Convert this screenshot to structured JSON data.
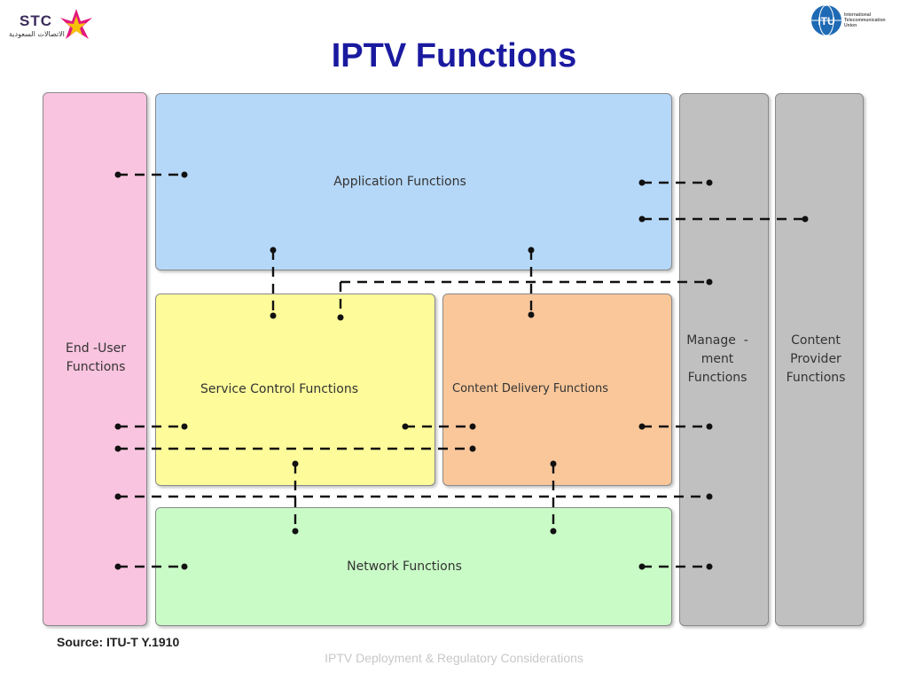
{
  "logos": {
    "stc_text": "STC",
    "stc_sub": "الاتصالات السعودية",
    "itu_text": "ITU",
    "itu_lines": [
      "International",
      "Telecommunication",
      "Union"
    ]
  },
  "title": "IPTV Functions",
  "blocks": {
    "end_user": [
      "End -User",
      "Functions"
    ],
    "application": "Application Functions",
    "service_control": "Service Control Functions",
    "content_delivery": "Content Delivery Functions",
    "network": "Network Functions",
    "management": [
      "Manage  -",
      "ment",
      "Functions"
    ],
    "content_provider": [
      "Content",
      "Provider",
      "Functions"
    ]
  },
  "colors": {
    "end_user": "#f9c4df",
    "application": "#b6d8f8",
    "service_control": "#fdfb9a",
    "content_delivery": "#f9c79a",
    "network": "#c9fbc6",
    "management": "#c0c0c0",
    "content_provider": "#c0c0c0"
  },
  "source": "Source: ITU-T Y.1910",
  "footer": "IPTV Deployment & Regulatory Considerations"
}
